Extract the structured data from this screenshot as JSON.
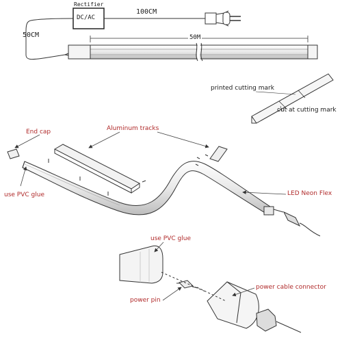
{
  "labels": {
    "rectifier": "Rectifier",
    "dc_ac": "DC/AC",
    "length_100cm": "100CM",
    "length_50cm": "50CM",
    "length_50m": "50M",
    "printed_cutting_mark": "printed cutting mark",
    "cut_at_cutting_mark": "cut at cutting mark",
    "end_cap": "End cap",
    "aluminum_tracks": "Aluminum tracks",
    "use_pvc_glue_left": "use PVC glue",
    "led_neon_flex": "LED Neon Flex",
    "use_pvc_glue_detail": "use PVC glue",
    "power_pin": "power pin",
    "power_cable_connector": "power cable  connector"
  },
  "colors": {
    "label_red": "#b02a2a",
    "line": "#3a3a3a"
  }
}
